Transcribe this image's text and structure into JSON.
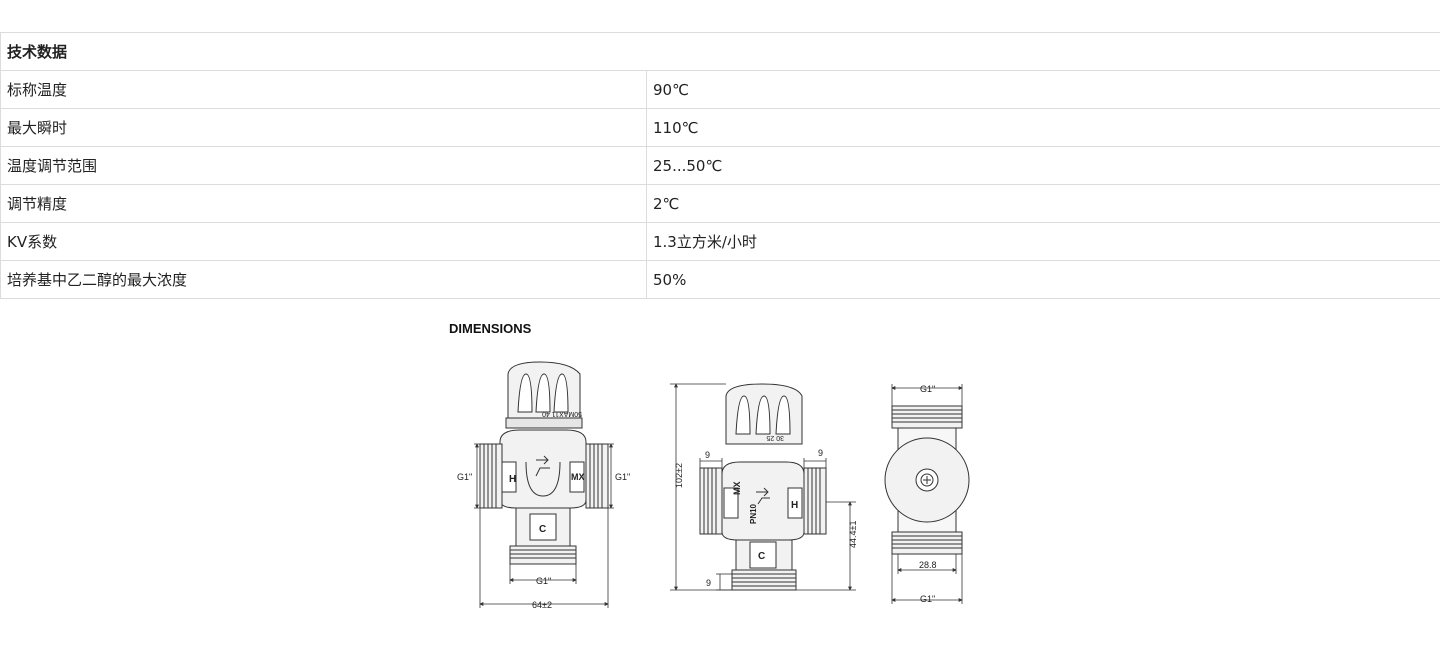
{
  "spec_table": {
    "title": "技术数据",
    "rows": [
      {
        "label": "标称温度",
        "value": "90℃"
      },
      {
        "label": "最大瞬时",
        "value": "110℃"
      },
      {
        "label": "温度调节范围",
        "value": "25...50℃"
      },
      {
        "label": "调节精度",
        "value": "2℃"
      },
      {
        "label": "KV系数",
        "value": "1.3立方米/小时"
      },
      {
        "label": "培养基中乙二醇的最大浓度",
        "value": "50%"
      }
    ]
  },
  "dimensions": {
    "title": "DIMENSIONS",
    "front_view": {
      "knob_text": "50MAX11 40",
      "port_left": "H",
      "port_right": "MX",
      "port_bottom": "C",
      "dim_left": "G1\"",
      "dim_right": "G1\"",
      "dim_bottom_thread": "G1\"",
      "dim_width": "64±2"
    },
    "side_view": {
      "knob_text": "30 25",
      "port_left": "MX",
      "port_right": "H",
      "port_bottom": "C",
      "pressure_mark": "PN10",
      "dim_height": "102±2",
      "dim_lower_height": "44.4±1",
      "dim_thread_left": "9",
      "dim_thread_right": "9",
      "dim_bottom_thread": "9"
    },
    "top_view": {
      "dim_top": "G1\"",
      "dim_inner": "28.8",
      "dim_bottom": "G1\""
    }
  }
}
